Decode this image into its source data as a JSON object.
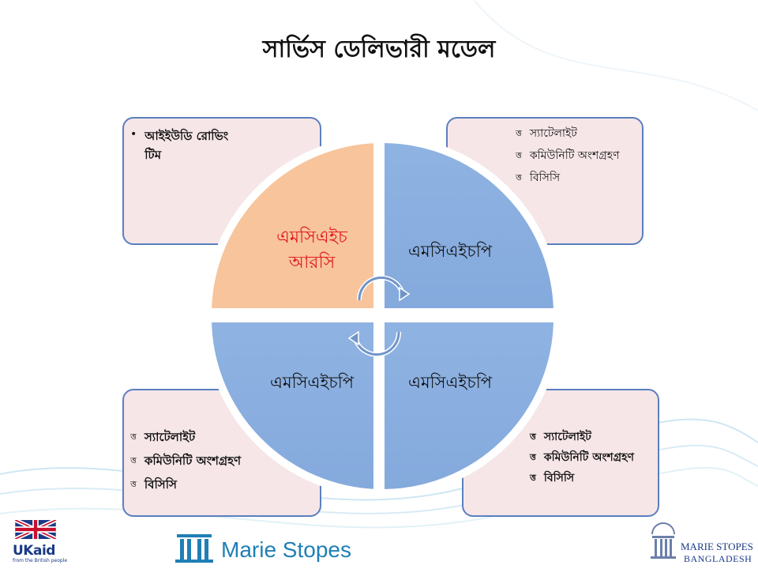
{
  "title": "সার্ভিস ডেলিভারী মডেল",
  "colors": {
    "card_bg": "#f6e6e8",
    "card_border": "#5b7fbf",
    "quadrant_orange": "#f7c49b",
    "quadrant_blue": "#8fb3e2",
    "label_red": "#e0181e"
  },
  "cards": {
    "top_left": {
      "items": [
        "আইইউডি রোভিং টিম"
      ]
    },
    "top_right": {
      "items": [
        "স্যাটেলাইট",
        "কমিউনিটি অংশগ্রহণ",
        "বিসিসি"
      ]
    },
    "bottom_left": {
      "items": [
        "স্যাটেলাইট",
        "কমিউনিটি অংশগ্রহণ",
        "বিসিসি"
      ]
    },
    "bottom_right": {
      "items": [
        "স্যাটেলাইট",
        "কমিউনিটি অংশগ্রহণ",
        "বিসিসি"
      ]
    }
  },
  "quadrants": {
    "top_left_line1": "এমসিএইচ",
    "top_left_line2": "আরসি",
    "top_right": "এমসিএইচপি",
    "bottom_left": "এমসিএইচপি",
    "bottom_right": "এমসিএইচপি"
  },
  "bullet_symbol": "ত্ত",
  "icons": [
    "cycle-arrows-icon",
    "union-jack-icon",
    "marie-stopes-icon",
    "marie-stopes-bangladesh-icon"
  ],
  "footer": {
    "ukaid": "UKaid",
    "ukaid_sub": "from the British people",
    "marie_stopes": "Marie Stopes",
    "msb_line1": "MARIE STOPES",
    "msb_line2": "BANGLADESH"
  }
}
